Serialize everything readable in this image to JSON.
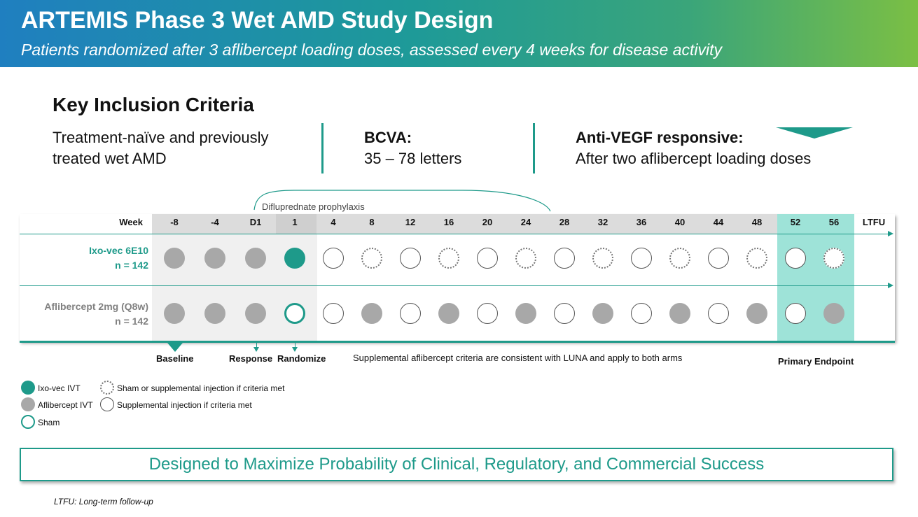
{
  "banner": {
    "title": "ARTEMIS Phase 3 Wet AMD Study Design",
    "subtitle": "Patients randomized after 3 aflibercept loading doses, assessed every 4 weeks for disease activity"
  },
  "criteria": {
    "title": "Key Inclusion Criteria",
    "items": [
      {
        "heading": "",
        "lines": [
          "Treatment-naïve and previously",
          "treated wet AMD"
        ]
      },
      {
        "heading": "BCVA:",
        "lines": [
          "35 – 78 letters"
        ]
      },
      {
        "heading": "Anti-VEGF responsive:",
        "lines": [
          "After two aflibercept loading doses"
        ]
      }
    ]
  },
  "schedule": {
    "prophylaxis_label": "Difluprednate prophylaxis",
    "week_label": "Week",
    "weeks": [
      "-8",
      "-4",
      "D1",
      "1",
      "4",
      "8",
      "12",
      "16",
      "20",
      "24",
      "28",
      "32",
      "36",
      "40",
      "44",
      "48",
      "52",
      "56",
      "LTFU"
    ],
    "arms": [
      {
        "name": "Ixo-vec 6E10",
        "n": "n = 142",
        "color": "#1e9a8a",
        "dots": [
          "grey",
          "grey",
          "grey",
          "teal",
          "supp",
          "dashed",
          "supp",
          "dashed",
          "supp",
          "dashed",
          "supp",
          "dashed",
          "supp",
          "dashed",
          "supp",
          "dashed",
          "supp",
          "dashed"
        ]
      },
      {
        "name": "Aflibercept 2mg (Q8w)",
        "n": "n = 142",
        "color": "#808080",
        "dots": [
          "grey",
          "grey",
          "grey",
          "sham",
          "supp",
          "grey",
          "supp",
          "grey",
          "supp",
          "grey",
          "supp",
          "grey",
          "supp",
          "grey",
          "supp",
          "grey",
          "supp",
          "grey"
        ]
      }
    ],
    "markers": {
      "baseline": "Baseline",
      "response": "Response",
      "randomize": "Randomize",
      "primary_endpoint": "Primary Endpoint"
    },
    "note": "Supplemental aflibercept criteria are consistent with LUNA and apply to both arms"
  },
  "legend": [
    {
      "type": "teal",
      "label": "Ixo-vec IVT"
    },
    {
      "type": "grey",
      "label": "Aflibercept IVT"
    },
    {
      "type": "sham",
      "label": "Sham"
    },
    {
      "type": "dashed",
      "label": "Sham or supplemental injection if criteria met"
    },
    {
      "type": "supp",
      "label": "Supplemental injection if criteria met"
    }
  ],
  "callout": "Designed to Maximize Probability of Clinical, Regulatory, and Commercial Success",
  "footnote": "LTFU: Long-term follow-up",
  "colors": {
    "accent": "#1e9a8a",
    "grey_dot": "#a8a8a8",
    "endpoint_band": "#9ee3d8"
  }
}
